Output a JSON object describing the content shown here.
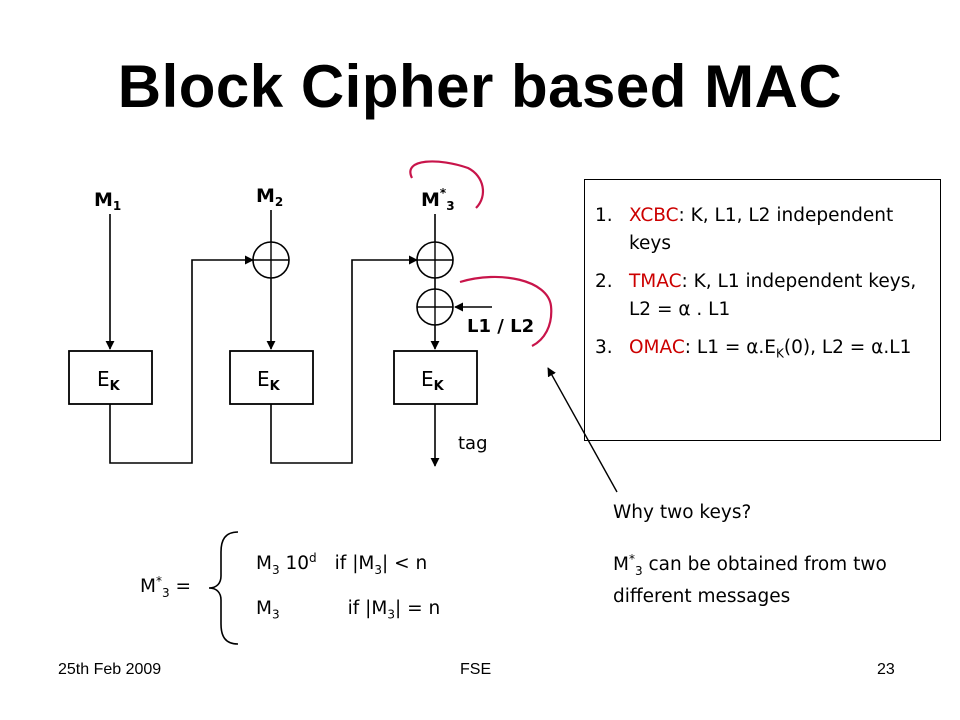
{
  "slide": {
    "title": "Block Cipher based MAC"
  },
  "diagram": {
    "inputs": [
      {
        "base": "M",
        "sub": "1",
        "sup": ""
      },
      {
        "base": "M",
        "sub": "2",
        "sup": ""
      },
      {
        "base": "M",
        "sub": "3",
        "sup": "*"
      }
    ],
    "block_label": {
      "base": "E",
      "sub": "K"
    },
    "key_label": "L1 / L2",
    "output_label": "tag"
  },
  "info_box": {
    "items": [
      {
        "num": "1.",
        "name": "XCBC",
        "rest": ": K, L1, L2 independent keys"
      },
      {
        "num": "2.",
        "name": "TMAC",
        "rest": ": K, L1 independent keys, L2 = α . L1"
      },
      {
        "num": "3.",
        "name": "OMAC",
        "rest_a": ": L1 = α.E",
        "rest_sub": "K",
        "rest_b": "(0), L2 = α.L1"
      }
    ]
  },
  "note": {
    "question": "Why two keys?",
    "answer_a": "M",
    "answer_sup": "*",
    "answer_sub": "3",
    "answer_b": " can be obtained from two different messages"
  },
  "m3_definition": {
    "lhs_base": "M",
    "lhs_sup": "*",
    "lhs_sub": "3",
    "lhs_eq": " =",
    "case1_base": "M",
    "case1_sub": "3",
    "case1_pad": " 10",
    "case1_pad_sup": "d",
    "case1_cond": "if  |M",
    "case1_cond_sub": "3",
    "case1_cond_end": "| < n",
    "case2_base": "M",
    "case2_sub": "3",
    "case2_cond": "if  |M",
    "case2_cond_sub": "3",
    "case2_cond_end": "| = n"
  },
  "footer": {
    "date": "25th Feb 2009",
    "venue": "FSE",
    "page": "23"
  },
  "colors": {
    "emphasis": "#cc0000",
    "annotation": "#c8144a"
  }
}
